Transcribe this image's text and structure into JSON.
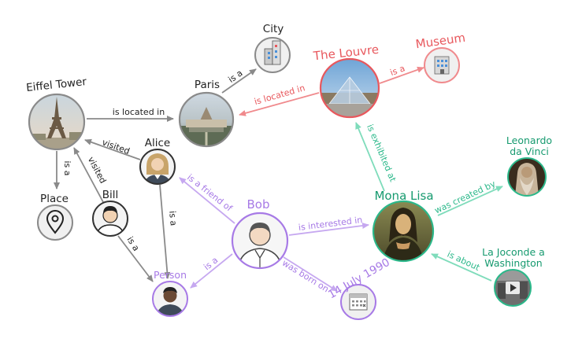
{
  "colors": {
    "gray": "#8a8a8a",
    "gray_text": "#222222",
    "red": "#e8585d",
    "purple": "#a77ae6",
    "green": "#2bb88a",
    "green_dark": "#169a6f"
  },
  "nodes": {
    "eiffel": {
      "label": "Eiffel Tower"
    },
    "paris": {
      "label": "Paris"
    },
    "city": {
      "label": "City"
    },
    "louvre": {
      "label": "The Louvre"
    },
    "museum": {
      "label": "Museum"
    },
    "place": {
      "label": "Place"
    },
    "alice": {
      "label": "Alice"
    },
    "bill": {
      "label": "Bill"
    },
    "bob": {
      "label": "Bob"
    },
    "person": {
      "label": "Person"
    },
    "mona": {
      "label": "Mona Lisa"
    },
    "leonardo": {
      "label_line1": "Leonardo",
      "label_line2": "da Vinci"
    },
    "joconde": {
      "label_line1": "La Joconde a",
      "label_line2": "Washington"
    },
    "date": {
      "label": "14 July 1990"
    }
  },
  "edges": {
    "eiffel_paris": "is located in",
    "paris_city": "is a",
    "louvre_paris": "is located in",
    "louvre_museum": "is a",
    "eiffel_place": "is a",
    "alice_eiffel": "visited",
    "bill_eiffel": "visited",
    "alice_person": "is a",
    "bill_person": "is a",
    "bob_alice": "is a friend of",
    "bob_person": "is a",
    "bob_mona": "is interested in",
    "bob_date": "was born on",
    "mona_louvre": "is exhibited at",
    "mona_leonardo": "was created by",
    "joconde_mona": "is about"
  }
}
